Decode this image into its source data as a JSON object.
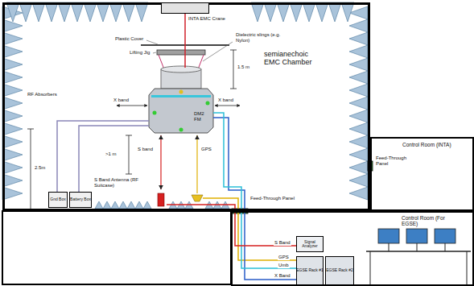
{
  "diagram": {
    "nodes": [
      {
        "text": [
          "semianechoic EMC Chamber"
        ]
      },
      {
        "text": [
          "INTA EMC Crane"
        ],
        "in": 0
      },
      {
        "text": [
          "DM2 FM"
        ],
        "in": 0
      },
      {
        "text": [
          "Gnd Box"
        ],
        "in": 0
      },
      {
        "text": [
          "Battery Box"
        ],
        "in": 0
      },
      {
        "text": [
          "S Band Antenna (RF Suitcase)"
        ],
        "in": 0
      },
      {
        "text": [
          "Control Room (INTA)"
        ]
      },
      {
        "text": [
          "Control Room (For EGSE)"
        ]
      },
      {
        "text": [
          "Signal Analyzer"
        ],
        "in": 7
      },
      {
        "text": [
          "EGSE Rack #1"
        ],
        "in": 7
      },
      {
        "text": [
          "EGSE Rack #2"
        ],
        "in": 7
      }
    ],
    "edges": [
      {
        "from": 1,
        "to": 2,
        "arrow": "none"
      },
      {
        "from": 2,
        "to": 9,
        "arrow": "none"
      },
      {
        "from": 5,
        "to": 8,
        "arrow": "none"
      },
      {
        "from": 3,
        "to": 2,
        "arrow": "none"
      },
      {
        "from": 4,
        "to": 2,
        "arrow": "none"
      }
    ],
    "labels": [
      "Plastic Cover",
      "Lifting Jig",
      "Dielectric slings (e.g. Nylon)",
      "1.5 m",
      "X band",
      "X band",
      "RF Absorbers",
      "S band",
      "GPS",
      ">1 m",
      "2.5m",
      "Feed-Through Panel",
      "Feed-Through Panel",
      "GPS",
      "S Band",
      "Umb",
      "X Band"
    ]
  }
}
